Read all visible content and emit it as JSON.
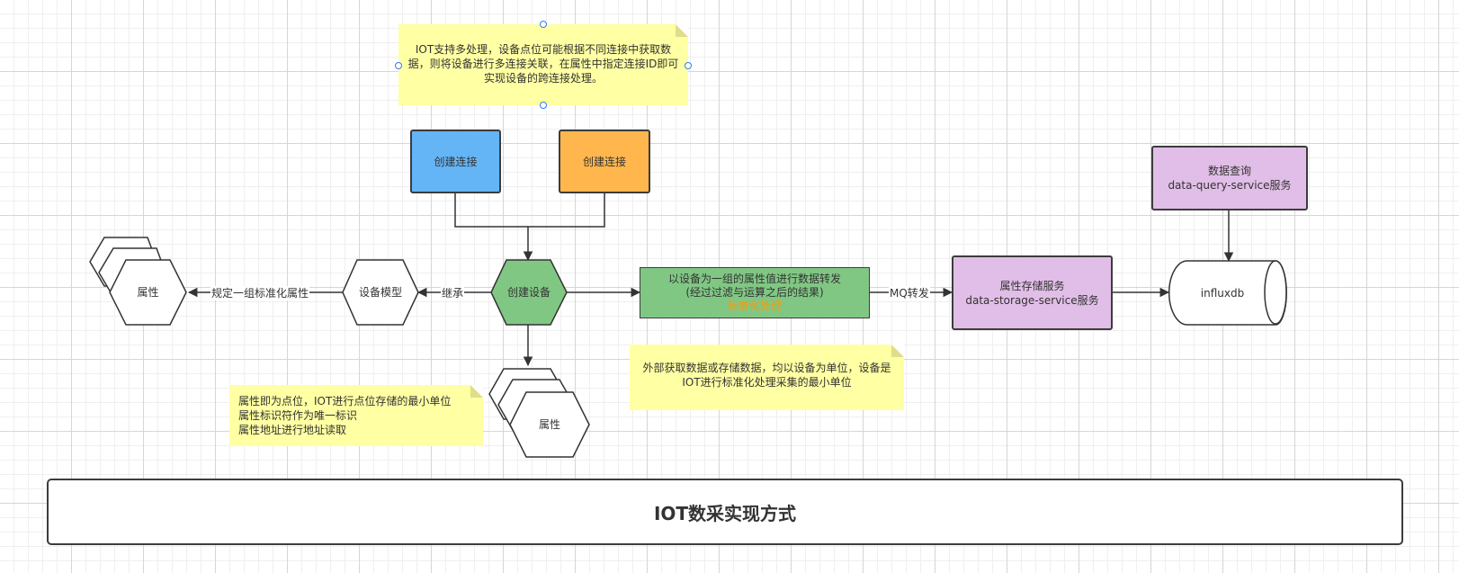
{
  "notes": {
    "top": "IOT支持多处理，设备点位可能根据不同连接中获取数据，则将设备进行多连接关联，在属性中指定连接ID即可实现设备的跨连接处理。",
    "device_unit": "外部获取数据或存储数据，均以设备为单位，设备是IOT进行标准化处理采集的最小单位",
    "property": [
      "属性即为点位，IOT进行点位存储的最小单位",
      "属性标识符作为唯一标识",
      "属性地址进行地址读取"
    ]
  },
  "nodes": {
    "connection_blue": "创建连接",
    "connection_orange": "创建连接",
    "create_device": "创建设备",
    "device_model": "设备模型",
    "property_left": "属性",
    "property_bottom": "属性",
    "forward_line1": "以设备为一组的属性值进行数据转发",
    "forward_line2": "(经过过滤与运算之后的结果)",
    "forward_line3": "标准化处理",
    "storage_line1": "属性存储服务",
    "storage_line2": "data-storage-service服务",
    "query_line1": "数据查询",
    "query_line2": "data-query-service服务",
    "influxdb": "influxdb"
  },
  "edges": {
    "inherit": "继承",
    "define_props": "规定一组标准化属性",
    "mq_forward": "MQ转发"
  },
  "title": "IOT数采实现方式",
  "colors": {
    "blue": "#64b5f6",
    "orange": "#ffb74d",
    "green": "#81c784",
    "purple": "#e1bee7",
    "note": "#ffffa3",
    "highlight": "#ff9800"
  }
}
